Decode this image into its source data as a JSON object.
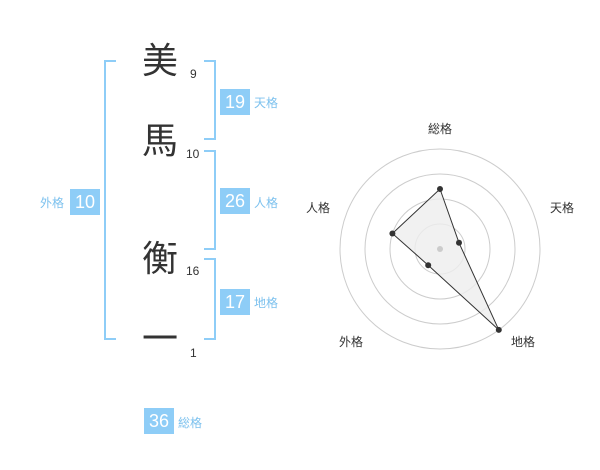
{
  "name": {
    "chars": [
      {
        "char": "美",
        "strokes": "9"
      },
      {
        "char": "馬",
        "strokes": "10"
      },
      {
        "char": "衡",
        "strokes": "16"
      },
      {
        "char": "一",
        "strokes": "1"
      }
    ]
  },
  "fortune": {
    "tenkaku": {
      "value": "19",
      "label": "天格"
    },
    "jinkaku": {
      "value": "26",
      "label": "人格"
    },
    "chikaku": {
      "value": "17",
      "label": "地格"
    },
    "gaikaku": {
      "value": "10",
      "label": "外格"
    },
    "soukaku": {
      "value": "36",
      "label": "総格"
    }
  },
  "chart_data": {
    "type": "radar",
    "axes": [
      "総格",
      "天格",
      "地格",
      "外格",
      "人格"
    ],
    "levels": 4,
    "values": [
      3,
      1,
      5,
      1,
      2.5
    ],
    "max": 5,
    "colors": {
      "ring": "#cccccc",
      "fill": "#eeeeee",
      "line": "#333333",
      "point": "#333333",
      "center": "#cccccc"
    }
  }
}
